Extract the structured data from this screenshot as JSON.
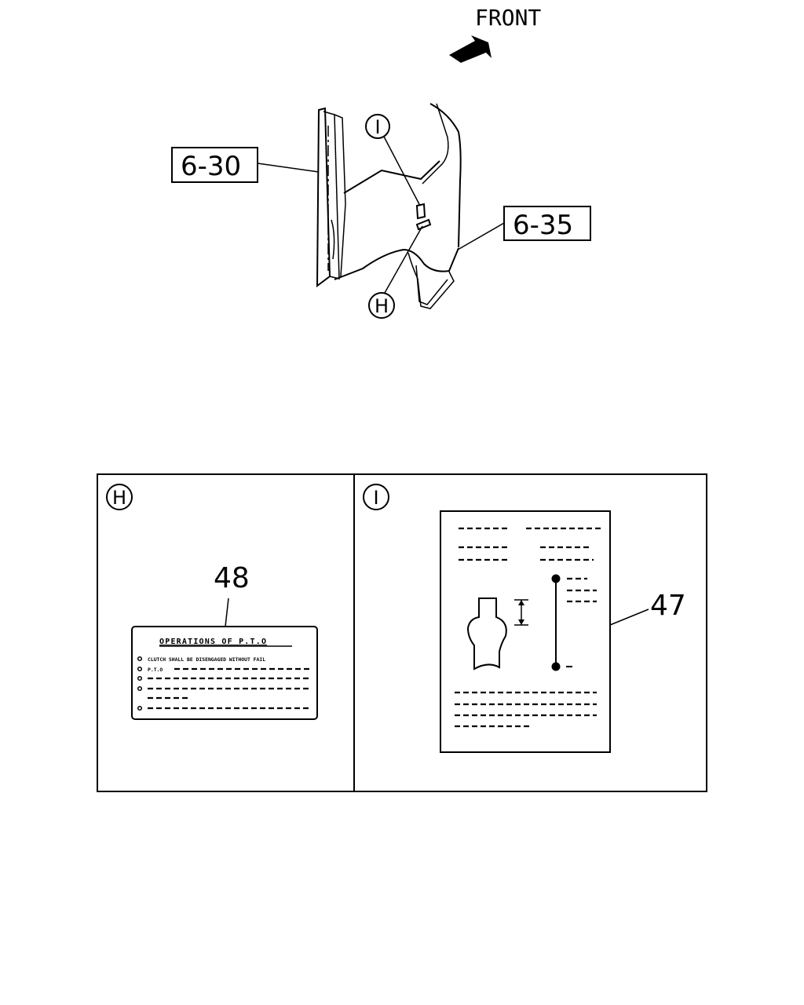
{
  "header": {
    "front_label": "FRONT"
  },
  "callouts": {
    "part_left": "6-30",
    "part_right": "6-35",
    "detail_i": "I",
    "detail_h": "H"
  },
  "panels": {
    "h": {
      "marker": "H",
      "part_number": "48"
    },
    "i": {
      "marker": "I",
      "part_number": "47"
    }
  },
  "label_48": {
    "title": "OPERATIONS OF P.T.O",
    "line1": "CLUTCH SHALL BE DISENGAGED WITHOUT FAIL",
    "line2_prefix": "P.T.O"
  }
}
